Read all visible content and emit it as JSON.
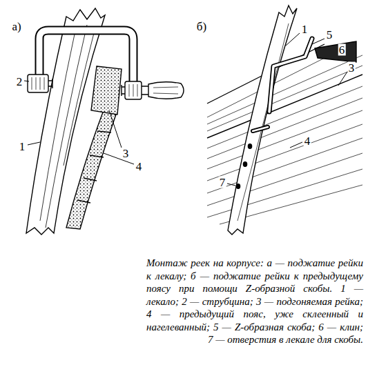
{
  "diagram": {
    "caption": "Монтаж реек на корпусе: а — поджатие рейки к лекалу; б — поджатие рейки к предыдущему поясу при помощи Z-образной скобы. 1 — лекало; 2 — струбцина; 3 — подгоняемая рейка; 4 — предыдущий пояс, уже склеенный и нагелеванный; 5 — Z-образная скоба; 6 — клин; 7 — отверстия в лекале для скобы.",
    "labels": [
      "а)",
      "2",
      "1",
      "3",
      "4",
      "б)",
      "1",
      "5",
      "6",
      "3",
      "4",
      "7"
    ]
  }
}
